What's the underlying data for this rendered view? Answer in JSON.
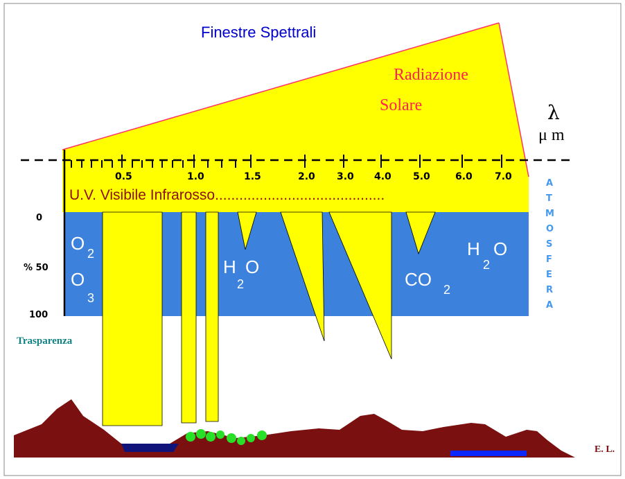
{
  "title": "Finestre Spettrali",
  "radiation_label_1": "Radiazione",
  "radiation_label_2": "Solare",
  "lambda_symbol": "λ",
  "unit_label": "μ m",
  "wavelength_ticks": [
    "0.5",
    "1.0",
    "1.5",
    "2.0",
    "3.0",
    "4.0",
    "5.0",
    "6.0",
    "7.0"
  ],
  "bands_label": "U.V. Visibile  Infrarosso..........................................",
  "percent_labels": {
    "zero": "0",
    "fifty": "% 50",
    "hundred": "100"
  },
  "absorbers": {
    "o2": {
      "main": "O",
      "sub": "2"
    },
    "o3": {
      "main": "O",
      "sub": "3"
    },
    "h2o_left": {
      "main": "H",
      "sub": "2",
      "tail": "O"
    },
    "co2": {
      "main": "CO",
      "sub": "2"
    },
    "h2o_right": {
      "main": "H",
      "sub": "2",
      "tail": "O"
    }
  },
  "atmosphere_letters": [
    "A",
    "T",
    "M",
    "O",
    "S",
    "F",
    "E",
    "R",
    "A"
  ],
  "transparency_label": "Trasparenza",
  "author": "E. L.",
  "colors": {
    "radiation_fill": "#ffff00",
    "atmosphere": "#3c82dc",
    "ground": "#7a1010",
    "water": "#10147a",
    "lake": "#0a28ff",
    "trees": "#28e028"
  }
}
